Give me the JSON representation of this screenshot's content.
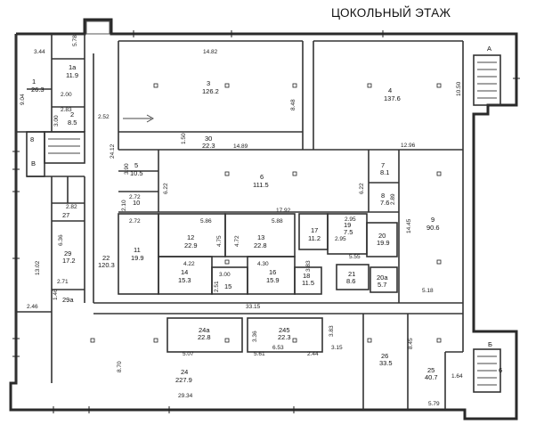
{
  "title": "ЦОКОЛЬНЫЙ ЭТАЖ",
  "rooms": [
    {
      "id": "1",
      "num": "1",
      "area": "26.3"
    },
    {
      "id": "1a",
      "num": "1а",
      "area": "11.9"
    },
    {
      "id": "2",
      "num": "2",
      "area": "8.5"
    },
    {
      "id": "3",
      "num": "3",
      "area": "126.2"
    },
    {
      "id": "4",
      "num": "4",
      "area": "137.6"
    },
    {
      "id": "5",
      "num": "5",
      "area": "10.5"
    },
    {
      "id": "6",
      "num": "6",
      "area": "111.5"
    },
    {
      "id": "7",
      "num": "7",
      "area": "8.1"
    },
    {
      "id": "8",
      "num": "8",
      "area": "7.6"
    },
    {
      "id": "9",
      "num": "9",
      "area": "90.6"
    },
    {
      "id": "10",
      "num": "10",
      "area": ""
    },
    {
      "id": "11",
      "num": "11",
      "area": "19.9"
    },
    {
      "id": "12",
      "num": "12",
      "area": "22.9"
    },
    {
      "id": "13",
      "num": "13",
      "area": "22.8"
    },
    {
      "id": "14",
      "num": "14",
      "area": "15.3"
    },
    {
      "id": "15",
      "num": "15",
      "area": ""
    },
    {
      "id": "16",
      "num": "16",
      "area": "15.9"
    },
    {
      "id": "17",
      "num": "17",
      "area": "11.2"
    },
    {
      "id": "18",
      "num": "18",
      "area": "11.5"
    },
    {
      "id": "19",
      "num": "19",
      "area": "7.5"
    },
    {
      "id": "20",
      "num": "20",
      "area": "19.9"
    },
    {
      "id": "20a",
      "num": "20а",
      "area": "5.7"
    },
    {
      "id": "21",
      "num": "21",
      "area": "8.6"
    },
    {
      "id": "22",
      "num": "22",
      "area": "120.3"
    },
    {
      "id": "24",
      "num": "24",
      "area": "227.9"
    },
    {
      "id": "24a",
      "num": "24а",
      "area": "22.8"
    },
    {
      "id": "245",
      "num": "245",
      "area": "22.3"
    },
    {
      "id": "25",
      "num": "25",
      "area": "40.7"
    },
    {
      "id": "26",
      "num": "26",
      "area": "33.5"
    },
    {
      "id": "27",
      "num": "27",
      "area": ""
    },
    {
      "id": "29",
      "num": "29",
      "area": "17.2"
    },
    {
      "id": "29a",
      "num": "29а",
      "area": ""
    },
    {
      "id": "30",
      "num": "30",
      "area": "22.3"
    }
  ],
  "stair_labels": {
    "a": "А",
    "b": "Б",
    "v": "В",
    "n8": "8",
    "n6": "6"
  },
  "dimensions": {
    "d3_44": "3.44",
    "d5_78": "5.78",
    "d9_04": "9.04",
    "d2_00": "2.00",
    "d2_83": "2.83",
    "d3_00a": "3.00",
    "d2_52": "2.52",
    "d14_82": "14.82",
    "d8_48": "8.48",
    "d10_50": "10.50",
    "d1_50": "1.50",
    "d14_89": "14.89",
    "d12_96": "12.96",
    "d24_12": "24.12",
    "d3_90": "3.90",
    "d6_22a": "6.22",
    "d17_92": "17.92",
    "d6_22b": "6.22",
    "d2_89": "2.89",
    "d2_72a": "2.72",
    "d2_10": "2.10",
    "d2_82": "2.82",
    "d2_72b": "2.72",
    "d5_86": "5.86",
    "d5_88": "5.88",
    "d2_95a": "2.95",
    "d2_95b": "2.95",
    "d14_45": "14.45",
    "d6_36": "6.36",
    "d4_75": "4.75",
    "d4_72": "4.72",
    "d5_55": "5.55",
    "d13_02": "13.02",
    "d4_22": "4.22",
    "d4_30": "4.30",
    "d3_83a": "3.83",
    "d2_71": "2.71",
    "d3_00b": "3.00",
    "d5_18": "5.18",
    "d1_46": "1.46",
    "d2_51": "2.51",
    "d2_46": "2.46",
    "d33_15": "33.15",
    "d3_36": "3.36",
    "d3_83b": "3.83",
    "d6_53": "6.53",
    "d5_07": "5.07",
    "d5_61": "5.61",
    "d2_44": "2.44",
    "d3_15": "3.15",
    "d8_45": "8.45",
    "d8_70": "8.70",
    "d1_64": "1.64",
    "d29_34": "29.34",
    "d5_79": "5.79"
  }
}
